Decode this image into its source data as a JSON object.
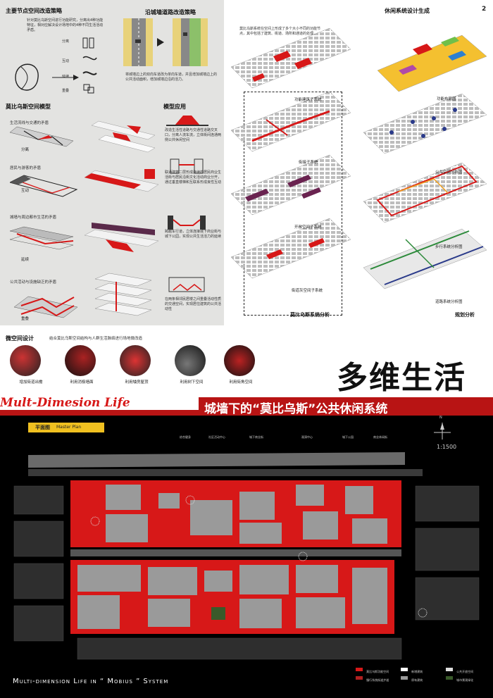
{
  "page_number": "2",
  "left": {
    "node_title": "主要节点空间改造策略",
    "node_desc": "针对莫比乌斯空间进行功能研究，分离出4种功能特征，相对应解决设计场地中的4种不同生活活动矛盾。",
    "node_labels": [
      "分离",
      "互动",
      "延续",
      "重叠"
    ],
    "wall_title": "沿城墙道路改造策略",
    "wall_desc": "将城墙边上的双向车道改为单向车道，并且增加城墙边上的公共活动面积，增加城墙边沿的活力。",
    "model_title": "莫比乌斯空间模型",
    "apply_title": "模型应用",
    "conflicts": [
      {
        "title": "生活流线与交通的矛盾",
        "label": "分离",
        "desc": "改造生活性道路与交通性道路交叉口，分离人流车流，立体街间连通两侧公共休闲空间"
      },
      {
        "title": "居民与游客的矛盾",
        "label": "互动",
        "desc": "联通建筑二层形成连续的居民商业生活街与居民沿街文化活动商业分开，通过垂直楼梯和互联系形成良性互动"
      },
      {
        "title": "城墙与周边都市生活的矛盾",
        "label": "延续",
        "desc": "跨越车行道，立体连接城下商业街与城下公园，实现公共生活活力的延续"
      },
      {
        "title": "公共活动与设施缺乏的矛盾",
        "label": "重叠",
        "desc": "在两条相邻民居楼之间重叠活动性质的交通空间，实现居住建筑的公共活动性"
      }
    ],
    "micro_title": "微空间设计",
    "micro_desc": "结合莫比乌斯空间结构与人群生活脉络进行场地微改造",
    "micro_items": [
      "增加街道出檐",
      "利用消极墙面",
      "利用矮房屋顶",
      "利用树下空间",
      "利用街角空间"
    ]
  },
  "right": {
    "title": "休闲系统设计生成",
    "mobius_intro": "莫比乌斯系统在空间上形成了多个大小不同的功能节点，其中包括了建筑、街道、场所和通道的处理。",
    "mobius_caption": "莫比乌斯系统分析",
    "plan_caption": "规划分析",
    "subsystems": [
      "功能建筑子系统",
      "街接子系统",
      "开敞空间子系统",
      "街道灰空间子系统"
    ],
    "analyses": [
      "功能布局图",
      "公共空间分析图",
      "步行系统分析图",
      "道路系统分析图"
    ]
  },
  "banner": {
    "main_title": "多维生活",
    "script_title": "Mult-Dimesion Life",
    "subtitle": "城墙下的“莫比乌斯”公共休闲系统"
  },
  "plan": {
    "title_cn": "平面图",
    "title_en": "Master Plan",
    "scale": "1:1500",
    "north": "N",
    "footer": "Multi-dimension Life in “ Mobius ” System",
    "top_labels": [
      "综合健身",
      "社区活动中心",
      "城下商业街",
      "观演中心",
      "城下公园",
      "商业休闲街"
    ],
    "legend": [
      "莫比乌斯功能空间",
      "新增建筑",
      "公共开放空间",
      "慢行系统街道步道",
      "原有建筑",
      "城市景观绿化"
    ],
    "colors": {
      "red": "#d71818",
      "gray": "#9a9a9a",
      "bg": "#000000",
      "accent": "#f0c020"
    }
  }
}
